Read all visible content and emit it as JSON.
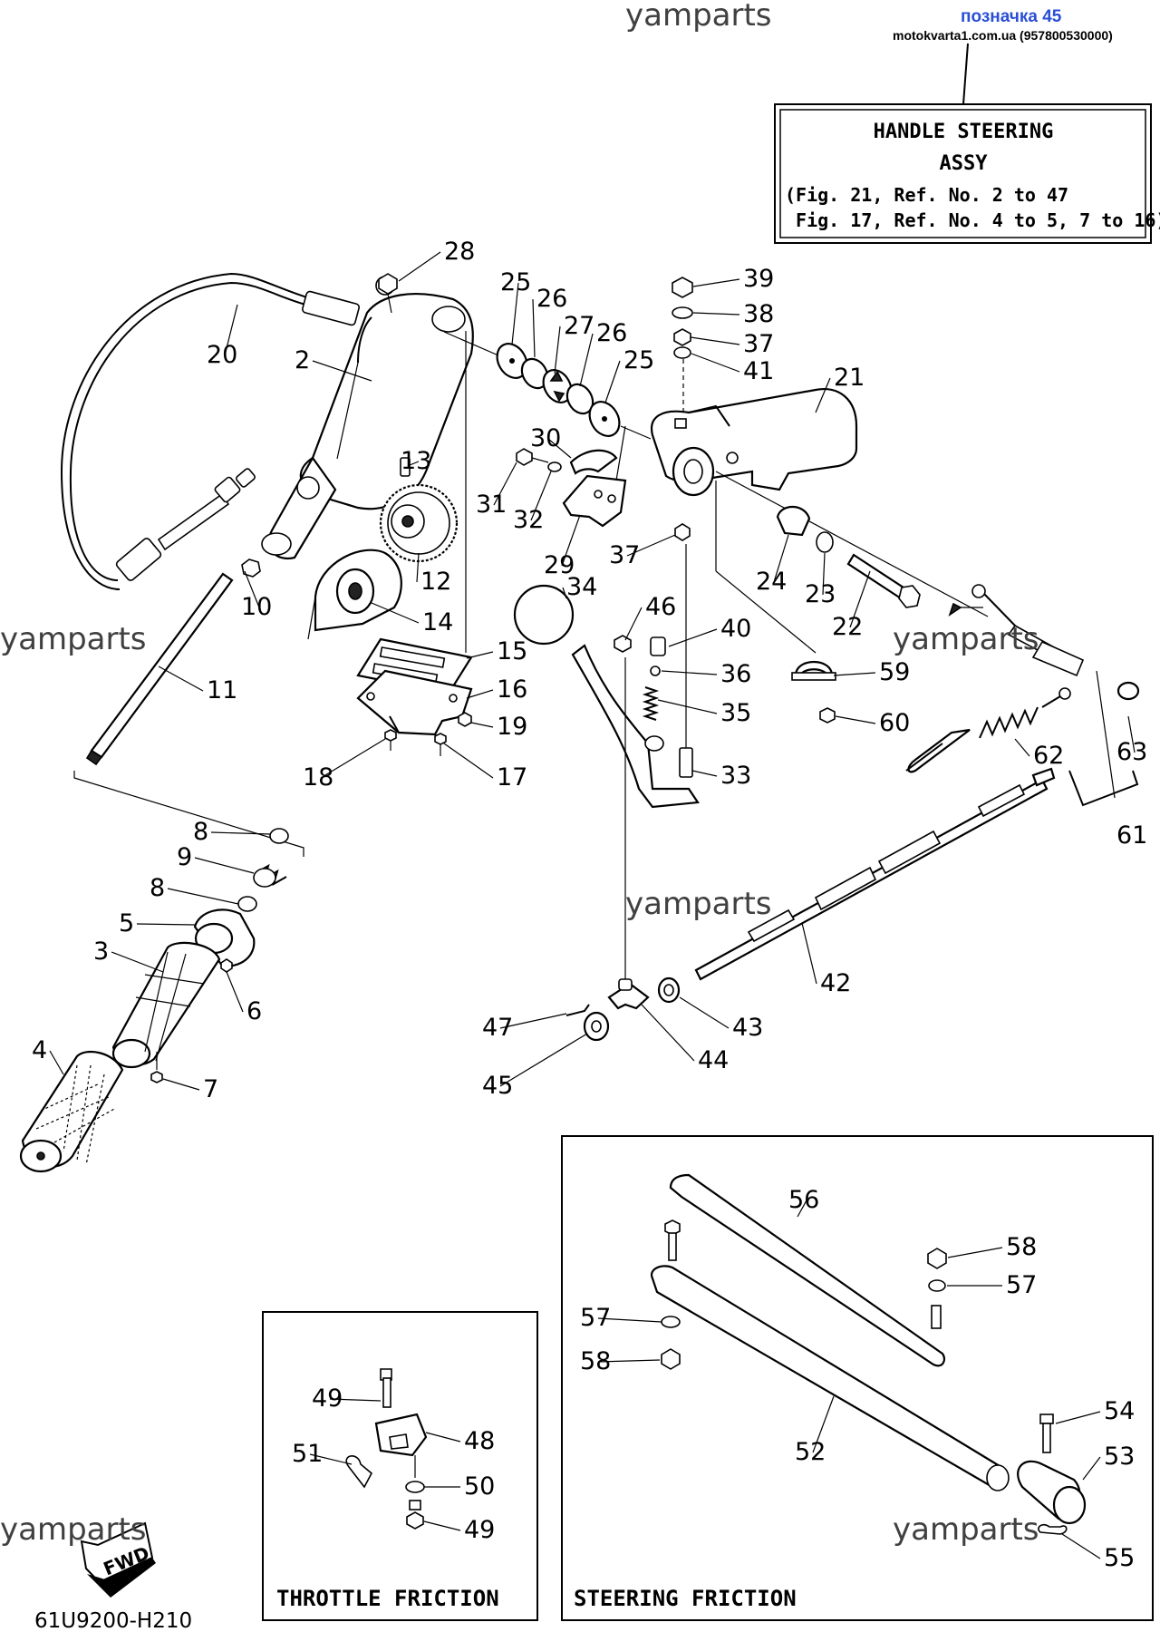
{
  "header": {
    "marker_label": "позначка 45",
    "source_line": "motokvarta1.com.ua (957800530000)"
  },
  "assembly_box": {
    "title_line1": "HANDLE STEERING",
    "title_line2": "ASSY",
    "ref_line1": "(Fig. 21, Ref. No. 2 to 47",
    "ref_line2": " Fig. 17, Ref. No. 4 to 5, 7 to 16)"
  },
  "watermarks": [
    "yamparts",
    "yamparts",
    "yamparts",
    "yamparts",
    "yamparts",
    "yamparts"
  ],
  "insets": {
    "throttle_friction": "THROTTLE FRICTION",
    "steering_friction": "STEERING FRICTION"
  },
  "fwd_label": "FWD",
  "diagram_code": "61U9200-H210",
  "callouts": [
    {
      "id": "c28",
      "label": "28"
    },
    {
      "id": "c20",
      "label": "20"
    },
    {
      "id": "c2",
      "label": "2"
    },
    {
      "id": "c25a",
      "label": "25"
    },
    {
      "id": "c26a",
      "label": "26"
    },
    {
      "id": "c27",
      "label": "27"
    },
    {
      "id": "c26b",
      "label": "26"
    },
    {
      "id": "c25b",
      "label": "25"
    },
    {
      "id": "c39",
      "label": "39"
    },
    {
      "id": "c38",
      "label": "38"
    },
    {
      "id": "c37a",
      "label": "37"
    },
    {
      "id": "c41",
      "label": "41"
    },
    {
      "id": "c21",
      "label": "21"
    },
    {
      "id": "c13",
      "label": "13"
    },
    {
      "id": "c30",
      "label": "30"
    },
    {
      "id": "c31",
      "label": "31"
    },
    {
      "id": "c32",
      "label": "32"
    },
    {
      "id": "c29",
      "label": "29"
    },
    {
      "id": "c37b",
      "label": "37"
    },
    {
      "id": "c24",
      "label": "24"
    },
    {
      "id": "c23",
      "label": "23"
    },
    {
      "id": "c22",
      "label": "22"
    },
    {
      "id": "c12",
      "label": "12"
    },
    {
      "id": "c10",
      "label": "10"
    },
    {
      "id": "c14",
      "label": "14"
    },
    {
      "id": "c34",
      "label": "34"
    },
    {
      "id": "c46",
      "label": "46"
    },
    {
      "id": "c40",
      "label": "40"
    },
    {
      "id": "c36",
      "label": "36"
    },
    {
      "id": "c35",
      "label": "35"
    },
    {
      "id": "c59",
      "label": "59"
    },
    {
      "id": "c60",
      "label": "60"
    },
    {
      "id": "c15",
      "label": "15"
    },
    {
      "id": "c16",
      "label": "16"
    },
    {
      "id": "c19",
      "label": "19"
    },
    {
      "id": "c18",
      "label": "18"
    },
    {
      "id": "c17",
      "label": "17"
    },
    {
      "id": "c11",
      "label": "11"
    },
    {
      "id": "c33",
      "label": "33"
    },
    {
      "id": "c62",
      "label": "62"
    },
    {
      "id": "c63",
      "label": "63"
    },
    {
      "id": "c61",
      "label": "61"
    },
    {
      "id": "c8a",
      "label": "8"
    },
    {
      "id": "c9",
      "label": "9"
    },
    {
      "id": "c8b",
      "label": "8"
    },
    {
      "id": "c5",
      "label": "5"
    },
    {
      "id": "c3",
      "label": "3"
    },
    {
      "id": "c6",
      "label": "6"
    },
    {
      "id": "c42",
      "label": "42"
    },
    {
      "id": "c4",
      "label": "4"
    },
    {
      "id": "c7",
      "label": "7"
    },
    {
      "id": "c47",
      "label": "47"
    },
    {
      "id": "c43",
      "label": "43"
    },
    {
      "id": "c44",
      "label": "44"
    },
    {
      "id": "c45",
      "label": "45"
    },
    {
      "id": "c56",
      "label": "56"
    },
    {
      "id": "c58a",
      "label": "58"
    },
    {
      "id": "c57a",
      "label": "57"
    },
    {
      "id": "c57b",
      "label": "57"
    },
    {
      "id": "c58b",
      "label": "58"
    },
    {
      "id": "c49a",
      "label": "49"
    },
    {
      "id": "c48",
      "label": "48"
    },
    {
      "id": "c51",
      "label": "51"
    },
    {
      "id": "c50",
      "label": "50"
    },
    {
      "id": "c49b",
      "label": "49"
    },
    {
      "id": "c54",
      "label": "54"
    },
    {
      "id": "c53",
      "label": "53"
    },
    {
      "id": "c52",
      "label": "52"
    },
    {
      "id": "c55",
      "label": "55"
    }
  ]
}
